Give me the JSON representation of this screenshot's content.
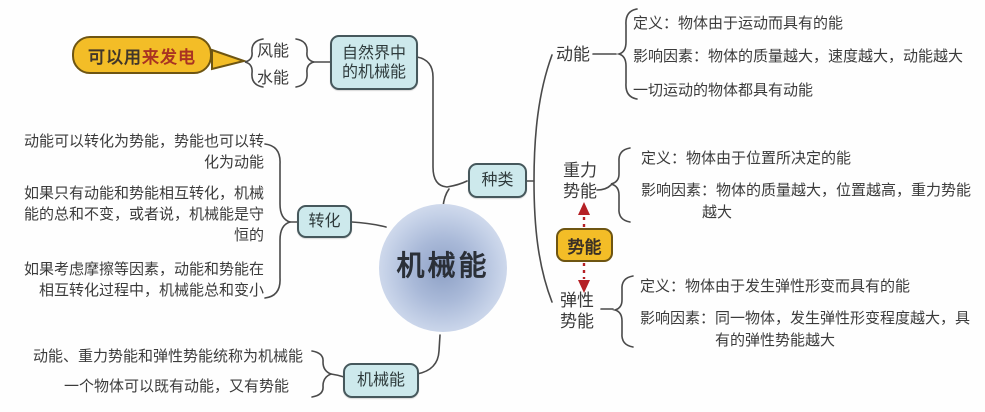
{
  "bubble": {
    "text_dark": "可以用",
    "text_red": "来发电"
  },
  "nature": {
    "wind": "风能",
    "water": "水能",
    "box": "自然界中\n的机械能"
  },
  "transform": {
    "box": "转化",
    "note1": "动能可以转化为势能，势能也可以转\n化为动能",
    "note2": "如果只有动能和势能相互转化，机械\n能的总和不变，或者说，机械能是守\n恒的",
    "note3": "如果考虑摩擦等因素，动能和势能在\n相互转化过程中，机械能总和变小"
  },
  "center": {
    "label": "机械能"
  },
  "types": {
    "box": "种类",
    "kinetic": {
      "label": "动能",
      "definition": "定义：物体由于运动而具有的能",
      "factors": "影响因素：物体的质量越大，速度越大，动能越大",
      "note": "一切运动的物体都具有动能"
    },
    "gravity": {
      "label": "重力\n势能",
      "definition": "定义：物体由于位置所决定的能",
      "factors_line1": "影响因素：物体的质量越大，位置越高，重力势能",
      "factors_line2": "越大"
    },
    "elastic": {
      "label": "弹性\n势能",
      "definition": "定义：物体由于发生弹性形变而具有的能",
      "factors_line1": "影响因素：同一物体，发生弹性形变程度越大，具",
      "factors_line2": "有的弹性势能越大"
    }
  },
  "potential": {
    "box": "势能"
  },
  "summary": {
    "note1": "动能、重力势能和弹性势能统称为机械能",
    "note2": "一个物体可以既有动能，又有势能",
    "box": "机械能"
  },
  "colors": {
    "box_fill": "#cde9ec",
    "box_border": "#46585c",
    "yellow_fill": "#f3bd27",
    "yellow_border": "#6e5512",
    "arrow_red": "#b52025",
    "line": "#4a4a4a",
    "circle_fill": "#b3c2dc"
  }
}
